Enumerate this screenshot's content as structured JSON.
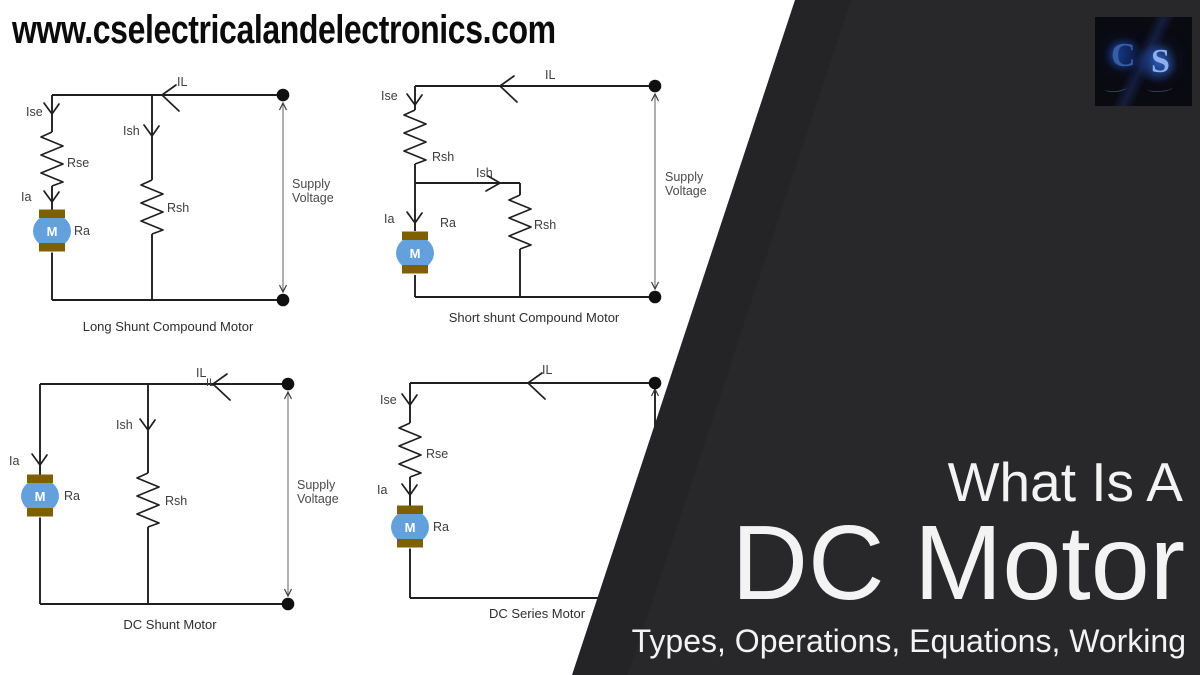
{
  "header": {
    "url": "www.cselectricalandelectronics.com"
  },
  "logo": {
    "letter_c": "C",
    "letter_s": "S"
  },
  "panel": {
    "line1": "What Is A",
    "line2": "DC Motor",
    "line3": "Types, Operations, Equations, Working"
  },
  "colors": {
    "panel_dark": "#242427",
    "motor_blue": "#63A0DC",
    "brush_brown": "#7E6000",
    "wire": "#1F1F1F",
    "title_text": "#F3F3F3"
  },
  "circuits": {
    "long_shunt": {
      "caption": "Long Shunt Compound Motor",
      "il": "IL",
      "ise": "Ise",
      "rse": "Rse",
      "ia": "Ia",
      "ra": "Ra",
      "m": "M",
      "ish": "Ish",
      "rsh": "Rsh",
      "supply": "Supply",
      "voltage": "Voltage"
    },
    "short_shunt": {
      "caption": "Short shunt Compound Motor",
      "il": "IL",
      "ise": "Ise",
      "r_series": "Rsh",
      "ish": "Ish",
      "rsh": "Rsh",
      "ia": "Ia",
      "ra": "Ra",
      "m": "M",
      "supply": "Supply",
      "voltage": "Voltage"
    },
    "dc_shunt": {
      "caption": "DC Shunt Motor",
      "il": "IL",
      "il2": "IL",
      "ia": "Ia",
      "ra": "Ra",
      "m": "M",
      "ish": "Ish",
      "rsh": "Rsh",
      "supply": "Supply",
      "voltage": "Voltage"
    },
    "dc_series": {
      "caption": "DC Series Motor",
      "il": "IL",
      "ise": "Ise",
      "rse": "Rse",
      "ia": "Ia",
      "ra": "Ra",
      "m": "M"
    }
  }
}
